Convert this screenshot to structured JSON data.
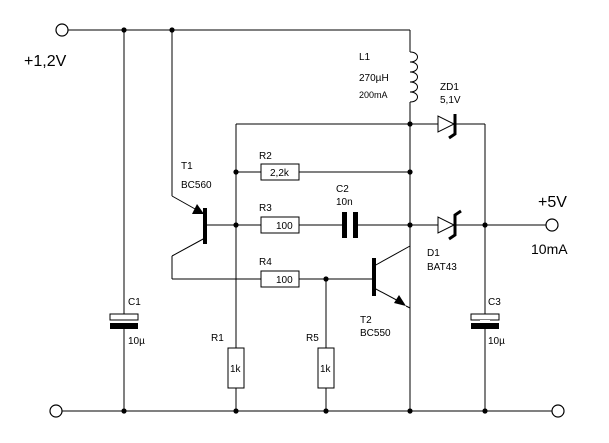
{
  "terminals": {
    "input_voltage": "+1,2V",
    "output_voltage": "+5V",
    "output_current": "10mA"
  },
  "components": {
    "L1": {
      "ref": "L1",
      "value": "270µH",
      "rating": "200mA"
    },
    "ZD1": {
      "ref": "ZD1",
      "value": "5,1V"
    },
    "D1": {
      "ref": "D1",
      "value": "BAT43"
    },
    "T1": {
      "ref": "T1",
      "value": "BC560"
    },
    "T2": {
      "ref": "T2",
      "value": "BC550"
    },
    "R1": {
      "ref": "R1",
      "value": "1k"
    },
    "R2": {
      "ref": "R2",
      "value": "2,2k"
    },
    "R3": {
      "ref": "R3",
      "value": "100"
    },
    "R4": {
      "ref": "R4",
      "value": "100"
    },
    "R5": {
      "ref": "R5",
      "value": "1k"
    },
    "C1": {
      "ref": "C1",
      "value": "10µ"
    },
    "C2": {
      "ref": "C2",
      "value": "10n"
    },
    "C3": {
      "ref": "C3",
      "value": "10µ"
    }
  }
}
